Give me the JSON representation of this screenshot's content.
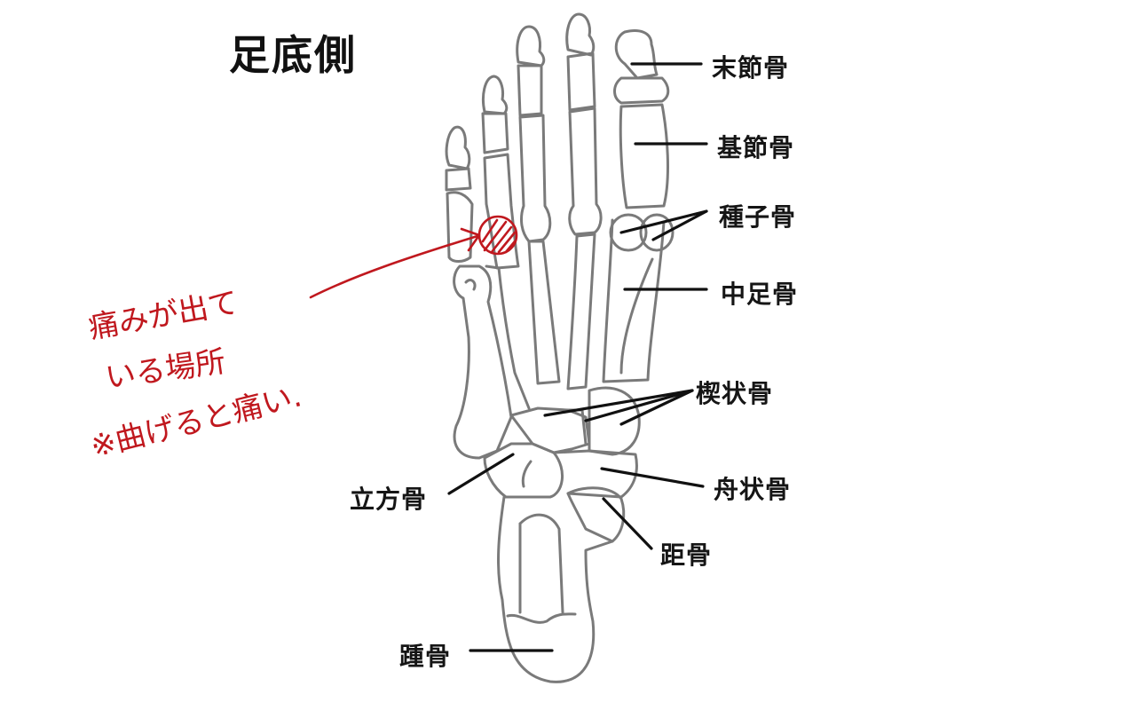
{
  "title": "足底側",
  "labels": {
    "distal_phalanx": "末節骨",
    "proximal_phalanx": "基節骨",
    "sesamoid": "種子骨",
    "metatarsal": "中足骨",
    "cuneiform": "楔状骨",
    "navicular": "舟状骨",
    "talus": "距骨",
    "cuboid": "立方骨",
    "calcaneus": "踵骨"
  },
  "annotation": {
    "line1": "痛みが出て",
    "line2": "いる場所",
    "line3": "※曲げると痛い.",
    "color": "#c0181e"
  },
  "colors": {
    "bone_outline": "#7a7a7a",
    "leader_line": "#111111",
    "annotation": "#c0181e",
    "background": "#ffffff"
  }
}
